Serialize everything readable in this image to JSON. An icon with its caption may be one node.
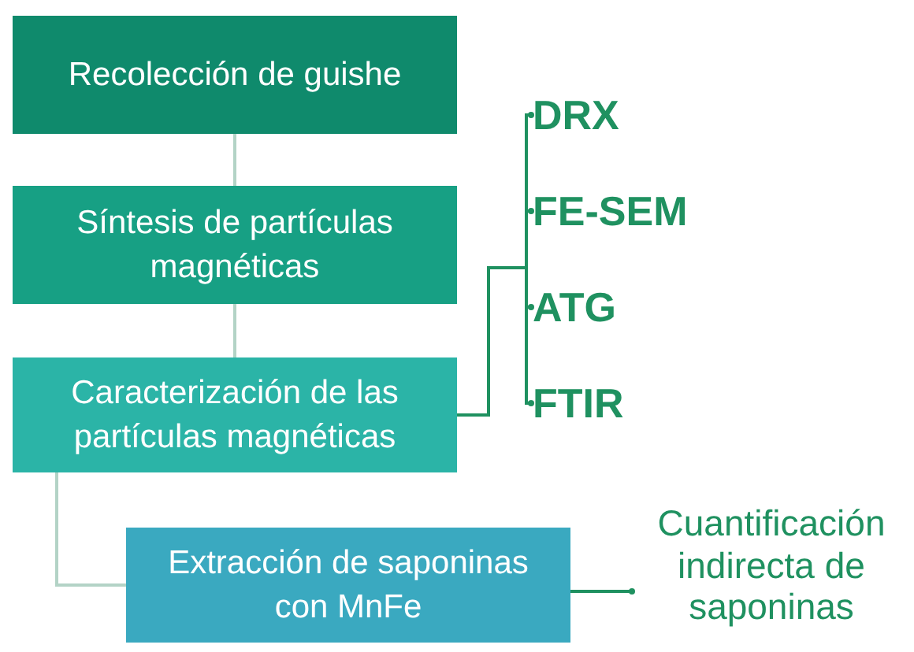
{
  "diagram": {
    "nodes": [
      {
        "text": [
          "Recolección de guishe"
        ]
      },
      {
        "text": [
          "Síntesis de partículas magnéticas"
        ]
      },
      {
        "text": [
          "Caracterización de las partículas magnéticas"
        ]
      },
      {
        "text": [
          "Extracción de saponinas con MnFe"
        ]
      },
      {
        "text": [
          "DRX"
        ]
      },
      {
        "text": [
          "FE-SEM"
        ]
      },
      {
        "text": [
          "ATG"
        ]
      },
      {
        "text": [
          "FTIR"
        ]
      },
      {
        "text": [
          "Cuantificación indirecta de saponinas"
        ]
      }
    ],
    "edges": [
      {
        "from": 0,
        "to": 1,
        "arrow": "none",
        "color": "#b3d3c6"
      },
      {
        "from": 1,
        "to": 2,
        "arrow": "none",
        "color": "#b3d3c6"
      },
      {
        "from": 2,
        "to": 3,
        "arrow": "none",
        "color": "#b3d3c6"
      },
      {
        "from": 2,
        "to": 4,
        "arrow": "other"
      },
      {
        "from": 2,
        "to": 5,
        "arrow": "other"
      },
      {
        "from": 2,
        "to": 6,
        "arrow": "other"
      },
      {
        "from": 2,
        "to": 7,
        "arrow": "other"
      },
      {
        "from": 3,
        "to": 8,
        "arrow": "other"
      }
    ]
  }
}
